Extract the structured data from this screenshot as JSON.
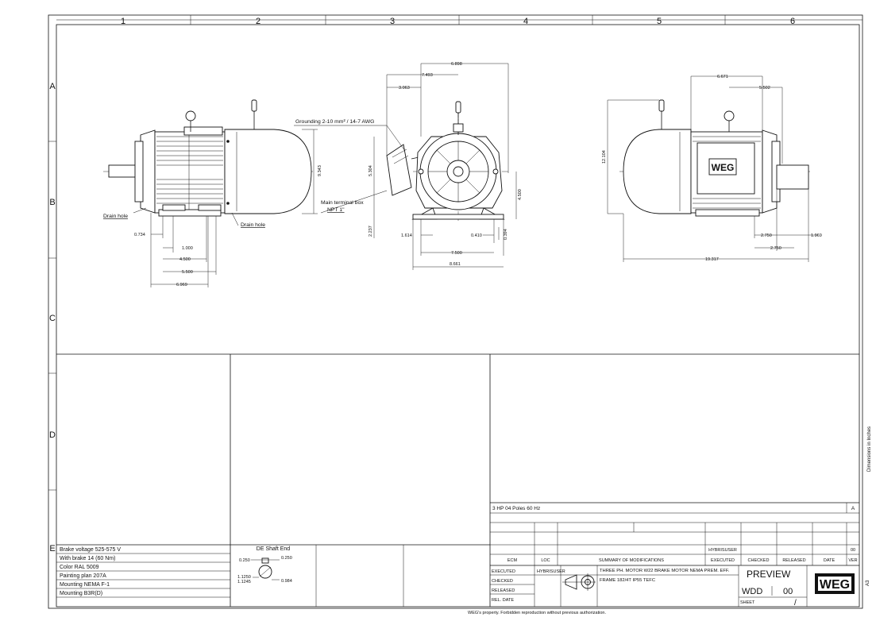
{
  "border": {
    "columns": [
      "1",
      "2",
      "3",
      "4",
      "5",
      "6"
    ],
    "rows": [
      "A",
      "B",
      "C",
      "D",
      "E"
    ]
  },
  "callouts": {
    "grounding": "Grounding 2-10 mm² / 14-7 AWG",
    "terminal_box_1": "Main terminal box",
    "terminal_box_2": "NPT 1\"",
    "drain_left": "Drain hole",
    "drain_right": "Drain hole"
  },
  "dims": {
    "side": {
      "d1": "0.734",
      "d2": "1.000",
      "d3": "4.500",
      "d4": "5.500",
      "d5": "6.969",
      "h": "9.343"
    },
    "front": {
      "top": "6.898",
      "w1": "7.493",
      "w2": "3.063",
      "h1": "5.304",
      "h2": "2.237",
      "h3": "4.500",
      "foot1": "1.614",
      "foot2": "0.410",
      "foot3": "0.394",
      "w3": "7.500",
      "w4": "8.661"
    },
    "rear": {
      "top1": "6.671",
      "top2": "5.502",
      "h": "12.104",
      "r1": "2.750",
      "r2": "1.969",
      "r3": "2.750",
      "len": "19.317"
    }
  },
  "notes": [
    "Brake voltage 525-575 V",
    "With brake 14 (60 Nm)",
    "Color RAL 5009",
    "Painting plan 207A",
    "Mounting NEMA F-1",
    "Mounting B3R(D)"
  ],
  "shaft": {
    "title": "DE Shaft End",
    "v1": "0.250",
    "v2": "0.250",
    "v3": "1.1250",
    "v4": "1.1245",
    "v5": "0.984"
  },
  "title_block": {
    "spec": "3 HP  04 Poles  60 Hz",
    "rev_letter": "A",
    "user_row": "HYBRISUSER",
    "rev_no": "00",
    "headers": [
      "ECM",
      "LOC",
      "SUMMARY OF MODIFICATIONS",
      "EXECUTED",
      "CHECKED",
      "RELEASED",
      "DATE",
      "VER"
    ],
    "sign_labels": [
      "EXECUTED",
      "CHECKED",
      "RELEASED",
      "REL. DATE"
    ],
    "executed_by": "HYBRISUSER",
    "description_1": "THREE PH. MOTOR  W22  BRAKE MOTOR  NEMA PREM. EFF.",
    "description_2": "FRAME 182/4T IP55 TEFC",
    "status": "PREVIEW",
    "doc_code": "WDD",
    "doc_rev": "00",
    "sheet_label": "SHEET",
    "sheet_val": "/",
    "logo": "WEG",
    "paper": "A3"
  },
  "side_note": "Dimensions in Inches",
  "footer": "WEG's property. Forbidden reproduction without previous authorization."
}
